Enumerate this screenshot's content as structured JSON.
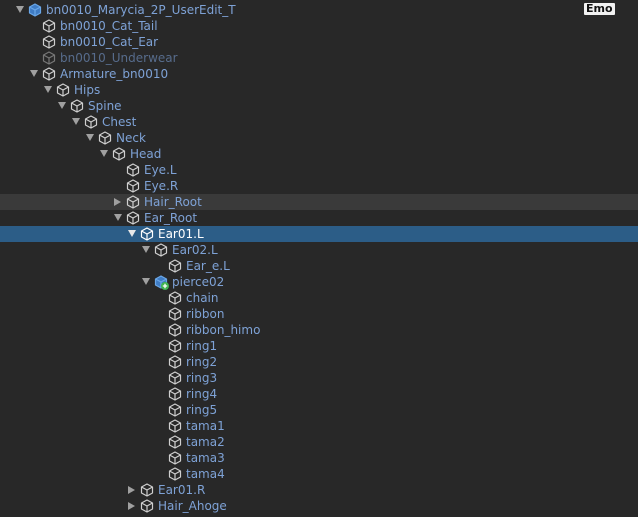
{
  "badge": "Emo",
  "rows": [
    {
      "label": "bn0010_Marycia_2P_UserEdit_T",
      "depth": 0,
      "toggle": "open",
      "icon": "prefab-icon"
    },
    {
      "label": "bn0010_Cat_Tail",
      "depth": 1,
      "toggle": "none",
      "icon": "gameobject-icon"
    },
    {
      "label": "bn0010_Cat_Ear",
      "depth": 1,
      "toggle": "none",
      "icon": "gameobject-icon"
    },
    {
      "label": "bn0010_Underwear",
      "depth": 1,
      "toggle": "none",
      "icon": "gameobject-icon",
      "state": "dim"
    },
    {
      "label": "Armature_bn0010",
      "depth": 1,
      "toggle": "open",
      "icon": "gameobject-icon"
    },
    {
      "label": "Hips",
      "depth": 2,
      "toggle": "open",
      "icon": "gameobject-icon"
    },
    {
      "label": "Spine",
      "depth": 3,
      "toggle": "open",
      "icon": "gameobject-icon"
    },
    {
      "label": "Chest",
      "depth": 4,
      "toggle": "open",
      "icon": "gameobject-icon"
    },
    {
      "label": "Neck",
      "depth": 5,
      "toggle": "open",
      "icon": "gameobject-icon"
    },
    {
      "label": "Head",
      "depth": 6,
      "toggle": "open",
      "icon": "gameobject-icon"
    },
    {
      "label": "Eye.L",
      "depth": 7,
      "toggle": "none",
      "icon": "gameobject-icon"
    },
    {
      "label": "Eye.R",
      "depth": 7,
      "toggle": "none",
      "icon": "gameobject-icon"
    },
    {
      "label": "Hair_Root",
      "depth": 7,
      "toggle": "closed",
      "icon": "gameobject-icon",
      "state": "hover"
    },
    {
      "label": "Ear_Root",
      "depth": 7,
      "toggle": "open",
      "icon": "gameobject-icon"
    },
    {
      "label": "Ear01.L",
      "depth": 8,
      "toggle": "open",
      "icon": "gameobject-icon",
      "state": "selected"
    },
    {
      "label": "Ear02.L",
      "depth": 9,
      "toggle": "open",
      "icon": "gameobject-icon"
    },
    {
      "label": "Ear_e.L",
      "depth": 10,
      "toggle": "none",
      "icon": "gameobject-icon"
    },
    {
      "label": "pierce02",
      "depth": 9,
      "toggle": "open",
      "icon": "prefab-added-icon"
    },
    {
      "label": "chain",
      "depth": 10,
      "toggle": "none",
      "icon": "gameobject-icon"
    },
    {
      "label": "ribbon",
      "depth": 10,
      "toggle": "none",
      "icon": "gameobject-icon"
    },
    {
      "label": "ribbon_himo",
      "depth": 10,
      "toggle": "none",
      "icon": "gameobject-icon"
    },
    {
      "label": "ring1",
      "depth": 10,
      "toggle": "none",
      "icon": "gameobject-icon"
    },
    {
      "label": "ring2",
      "depth": 10,
      "toggle": "none",
      "icon": "gameobject-icon"
    },
    {
      "label": "ring3",
      "depth": 10,
      "toggle": "none",
      "icon": "gameobject-icon"
    },
    {
      "label": "ring4",
      "depth": 10,
      "toggle": "none",
      "icon": "gameobject-icon"
    },
    {
      "label": "ring5",
      "depth": 10,
      "toggle": "none",
      "icon": "gameobject-icon"
    },
    {
      "label": "tama1",
      "depth": 10,
      "toggle": "none",
      "icon": "gameobject-icon"
    },
    {
      "label": "tama2",
      "depth": 10,
      "toggle": "none",
      "icon": "gameobject-icon"
    },
    {
      "label": "tama3",
      "depth": 10,
      "toggle": "none",
      "icon": "gameobject-icon"
    },
    {
      "label": "tama4",
      "depth": 10,
      "toggle": "none",
      "icon": "gameobject-icon"
    },
    {
      "label": "Ear01.R",
      "depth": 8,
      "toggle": "closed",
      "icon": "gameobject-icon"
    },
    {
      "label": "Hair_Ahoge",
      "depth": 8,
      "toggle": "closed",
      "icon": "gameobject-icon"
    }
  ]
}
